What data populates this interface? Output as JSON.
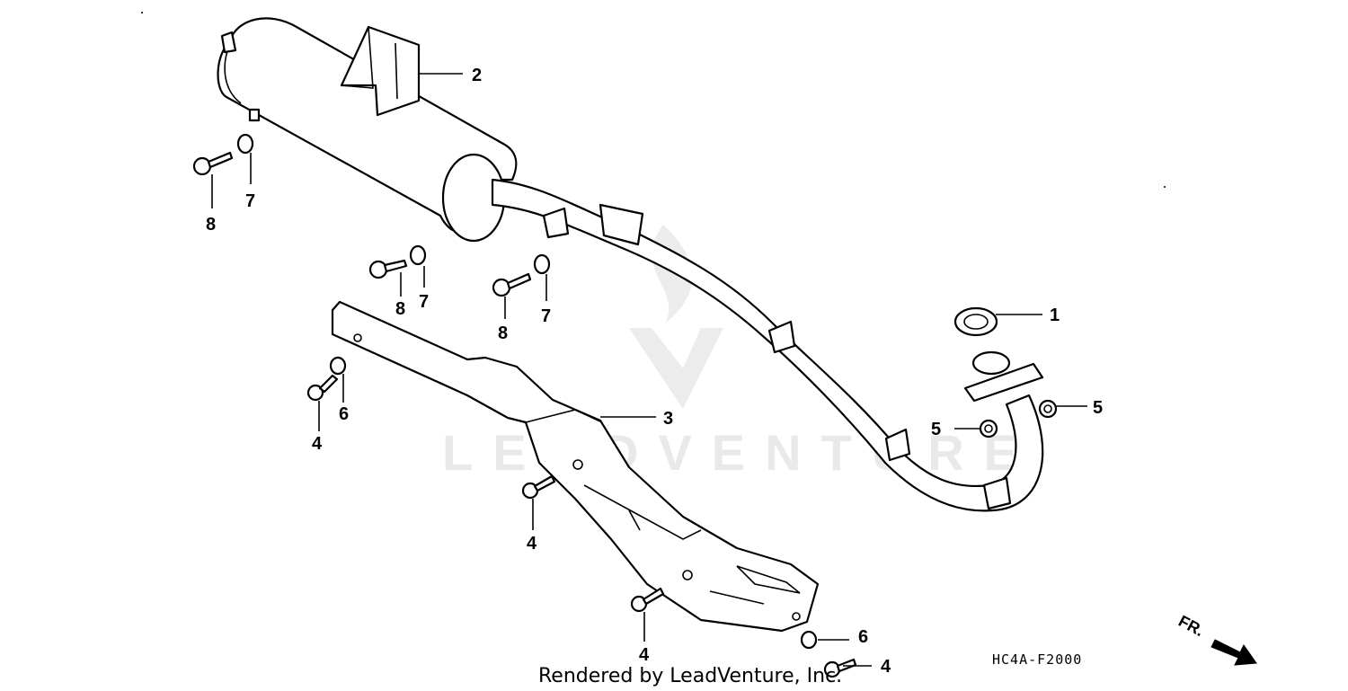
{
  "diagram": {
    "watermark_text": "LEADVENTURE",
    "diagram_code": "HC4A-F2000",
    "credit": "Rendered by LeadVenture, Inc.",
    "front_indicator": "FR.",
    "callouts": {
      "c1": "1",
      "c2": "2",
      "c3": "3",
      "c4a": "4",
      "c4b": "4",
      "c4c": "4",
      "c4d": "4",
      "c5a": "5",
      "c5b": "5",
      "c6a": "6",
      "c6b": "6",
      "c7a": "7",
      "c7b": "7",
      "c7c": "7",
      "c8a": "8",
      "c8b": "8",
      "c8c": "8"
    }
  }
}
